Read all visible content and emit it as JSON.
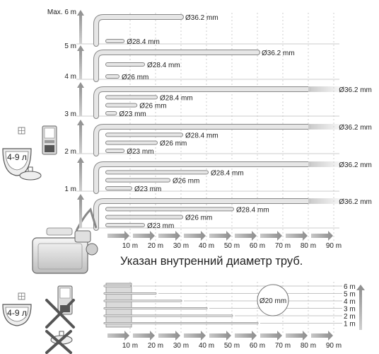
{
  "main": {
    "height_labels": [
      "Max. 6 m",
      "5 m",
      "4 m",
      "3 m",
      "2 m",
      "1 m"
    ],
    "distance_labels": [
      "10 m",
      "20 m",
      "30 m",
      "40 m",
      "50 m",
      "60 m",
      "70 m",
      "80 m",
      "90 m"
    ],
    "rows": [
      {
        "height": "6 m",
        "pipes": [
          {
            "diameter": "Ø36.2 mm",
            "length_m": 30
          },
          {
            "diameter": "Ø28.4 mm",
            "length_m": 7
          }
        ]
      },
      {
        "height": "5 m",
        "pipes": [
          {
            "diameter": "Ø36.2 mm",
            "length_m": 60
          },
          {
            "diameter": "Ø28.4 mm",
            "length_m": 15
          },
          {
            "diameter": "Ø26 mm",
            "length_m": 5
          }
        ]
      },
      {
        "height": "4 m",
        "pipes": [
          {
            "diameter": "Ø36.2 mm",
            "length_m": 90
          },
          {
            "diameter": "Ø28.4 mm",
            "length_m": 20
          },
          {
            "diameter": "Ø26 mm",
            "length_m": 12
          },
          {
            "diameter": "Ø23 mm",
            "length_m": 4
          }
        ]
      },
      {
        "height": "3 m",
        "pipes": [
          {
            "diameter": "Ø36.2 mm",
            "length_m": 100
          },
          {
            "diameter": "Ø28.4 mm",
            "length_m": 30
          },
          {
            "diameter": "Ø26 mm",
            "length_m": 20
          },
          {
            "diameter": "Ø23 mm",
            "length_m": 7
          }
        ]
      },
      {
        "height": "2 m",
        "pipes": [
          {
            "diameter": "Ø36.2 mm",
            "length_m": 100
          },
          {
            "diameter": "Ø28.4 mm",
            "length_m": 40
          },
          {
            "diameter": "Ø26 mm",
            "length_m": 25
          },
          {
            "diameter": "Ø23 mm",
            "length_m": 10
          }
        ]
      },
      {
        "height": "1 m",
        "pipes": [
          {
            "diameter": "Ø36.2 mm",
            "length_m": 100
          },
          {
            "diameter": "Ø28.4 mm",
            "length_m": 50
          },
          {
            "diameter": "Ø26 mm",
            "length_m": 30
          },
          {
            "diameter": "Ø23 mm",
            "length_m": 15
          }
        ]
      }
    ],
    "tank_label": "4-9 л"
  },
  "note": "Указан внутренний диаметр труб.",
  "bottom": {
    "diameter": "Ø20 mm",
    "tank_label": "4-9 л",
    "height_labels": [
      "6 m",
      "5 m",
      "4 m",
      "3 m",
      "2 m",
      "1 m"
    ],
    "distance_labels": [
      "10 m",
      "20 m",
      "30 m",
      "40 m",
      "50 m",
      "60 m",
      "70 m",
      "80 m",
      "90 m"
    ],
    "lines": [
      {
        "height": "6 m",
        "length_m": 10
      },
      {
        "height": "5 m",
        "length_m": 20
      },
      {
        "height": "4 m",
        "length_m": 30
      },
      {
        "height": "3 m",
        "length_m": 40
      },
      {
        "height": "2 m",
        "length_m": 50
      },
      {
        "height": "1 m",
        "length_m": 60
      }
    ]
  },
  "colors": {
    "pipe": "#d4d4d4",
    "pipe_edge": "#888888",
    "arrow": "#9a9a9a",
    "grid": "#cfcfcf",
    "cross": "#555555"
  }
}
